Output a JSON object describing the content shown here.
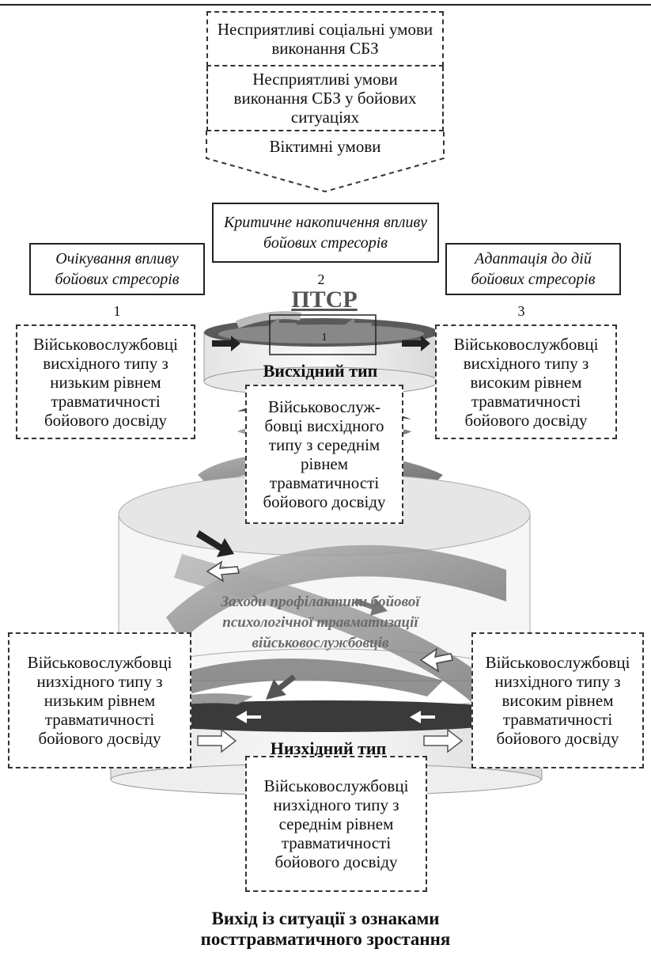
{
  "top": {
    "box1": "Несприятливі соціальні умови виконання СБЗ",
    "box2": "Несприятливі умови виконання СБЗ у бойових ситуаціях",
    "arrow": "Віктимні умови"
  },
  "stages": [
    {
      "num": "1",
      "label": "Очікування впливу бойових стресорів"
    },
    {
      "num": "2",
      "label": "Критичне накопичення впливу бойових стресорів"
    },
    {
      "num": "3",
      "label": "Адаптація до дій бойових стресорів"
    }
  ],
  "ptsd": "ПТСР",
  "inner_num": "1",
  "ascending": {
    "title": "Висхідний тип",
    "low": "Військовослужбовці висхідного типу з низьким рівнем травматичності бойового досвіду",
    "mid": "Військовослуж-бовці висхідного типу з середнім рівнем травматичності бойового досвіду",
    "high": "Військовослужбовці висхідного типу з високим рівнем травматичності бойового досвіду"
  },
  "center_text": "Заходи профілактики бойової психологічної травматизації військовослужбовців",
  "descending": {
    "title": "Низхідний тип",
    "low": "Військовослужбовці низхідного типу з низьким рівнем травматичності бойового досвіду",
    "mid": "Військовослужбовці низхідного типу з середнім рівнем травматичності бойового досвіду",
    "high": "Військовослужбовці низхідного типу з високим рівнем травматичності бойового досвіду"
  },
  "bottom": "Вихід із ситуації з ознаками посттравматичного зростання",
  "colors": {
    "dark": "#2b2b2b",
    "mid": "#8a8a8a",
    "light": "#dcdcdc",
    "line": "#222222"
  }
}
